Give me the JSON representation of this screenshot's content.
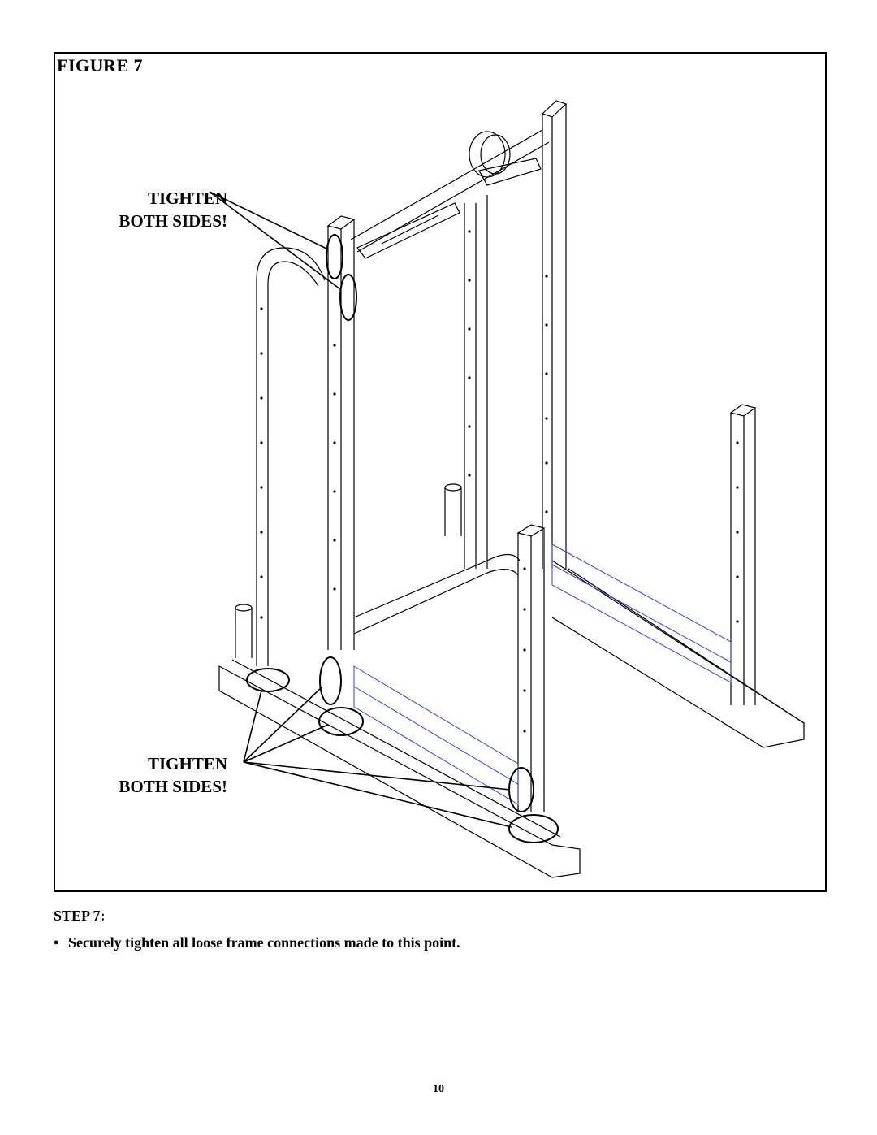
{
  "figure": {
    "label": "FIGURE 7",
    "callout_top": [
      "TIGHTEN",
      "BOTH SIDES!"
    ],
    "callout_bottom": [
      "TIGHTEN",
      "BOTH SIDES!"
    ]
  },
  "step": {
    "heading": "STEP 7:",
    "items": [
      "Securely tighten all loose frame connections made to this point."
    ]
  },
  "page_number": "10",
  "colors": {
    "outline": "#000000",
    "crossbar_highlight": "#3b3bff"
  }
}
